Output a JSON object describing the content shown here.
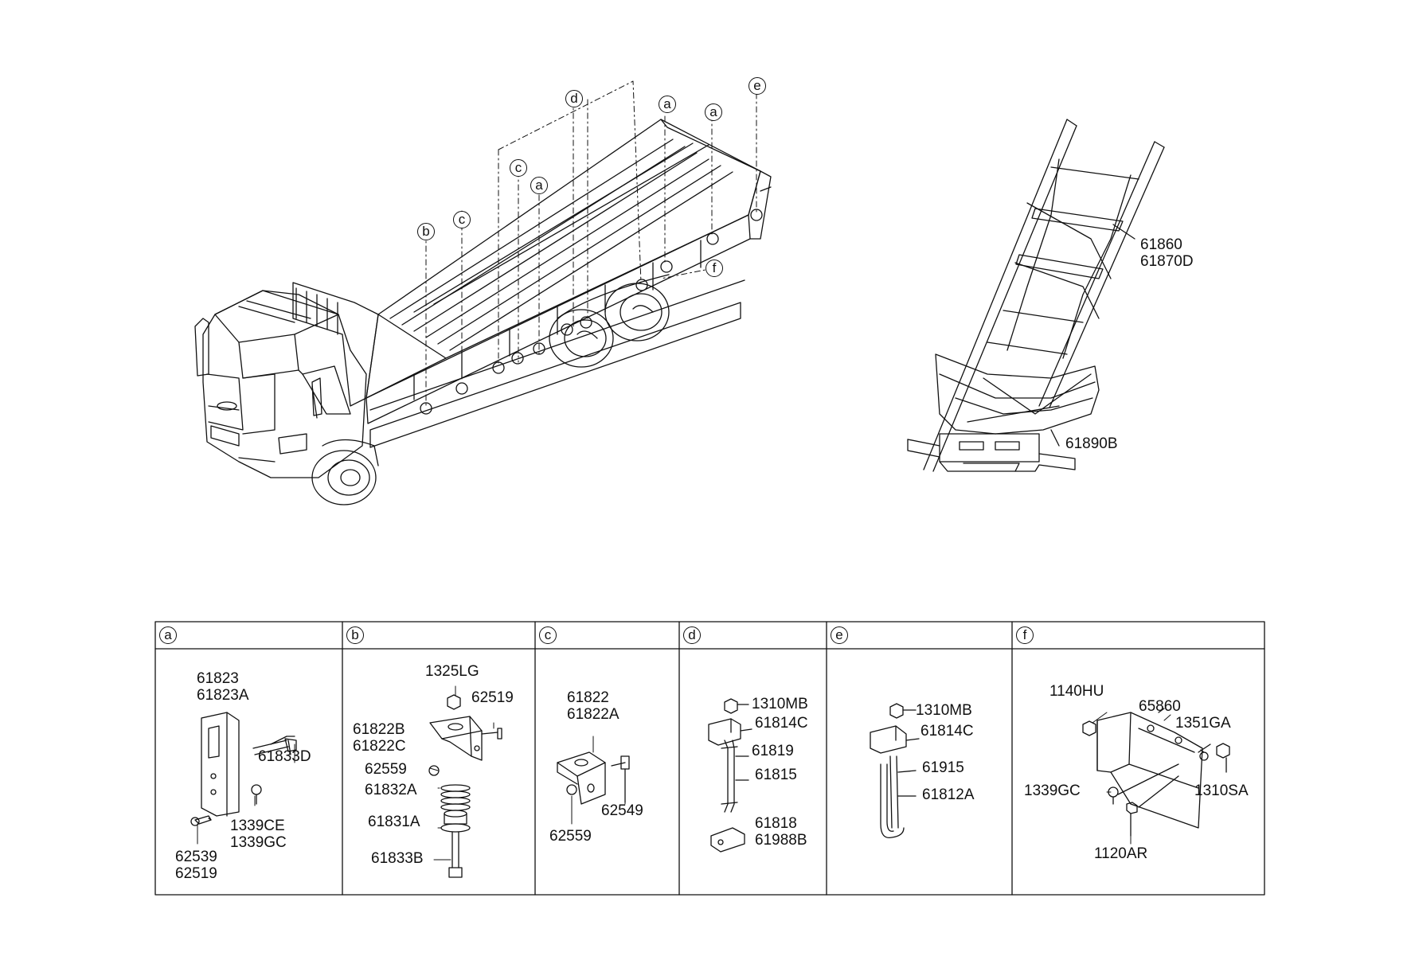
{
  "truck_callouts": [
    {
      "id": "b",
      "letter": "b"
    },
    {
      "id": "c1",
      "letter": "c"
    },
    {
      "id": "c2",
      "letter": "c"
    },
    {
      "id": "a1",
      "letter": "a"
    },
    {
      "id": "d",
      "letter": "d"
    },
    {
      "id": "a2",
      "letter": "a"
    },
    {
      "id": "a3",
      "letter": "a"
    },
    {
      "id": "e",
      "letter": "e"
    },
    {
      "id": "f",
      "letter": "f"
    }
  ],
  "chassis_labels": {
    "upper": [
      "61860",
      "61870D"
    ],
    "lower": "61890B"
  },
  "panels": [
    {
      "letter": "a"
    },
    {
      "letter": "b"
    },
    {
      "letter": "c"
    },
    {
      "letter": "d"
    },
    {
      "letter": "e"
    },
    {
      "letter": "f"
    }
  ],
  "panel_a": {
    "bracket": [
      "61823",
      "61823A"
    ],
    "bolt": "61833D",
    "nut": [
      "1339CE",
      "1339GC"
    ],
    "screw": [
      "62539",
      "62519"
    ]
  },
  "panel_b": {
    "nut": "1325LG",
    "bolt": "62519",
    "bracket": [
      "61822B",
      "61822C"
    ],
    "washer": "62559",
    "spring": "61832A",
    "bushing": "61831A",
    "long_bolt": "61833B"
  },
  "panel_c": {
    "bracket": [
      "61822",
      "61822A"
    ],
    "bolt": "62549",
    "nut": "62559"
  },
  "panel_d": {
    "nut": "1310MB",
    "bracket": "61814C",
    "rod": "61819",
    "bar": "61815",
    "lower": [
      "61818",
      "61988B"
    ]
  },
  "panel_e": {
    "nut": "1310MB",
    "bracket": "61814C",
    "rod": "61915",
    "hook": "61812A"
  },
  "panel_f": {
    "bolt_tl": "1140HU",
    "plate": "65860",
    "grommet": "1351GA",
    "nut": "1310SA",
    "nut_l": "1339GC",
    "bolt_b": "1120AR"
  }
}
